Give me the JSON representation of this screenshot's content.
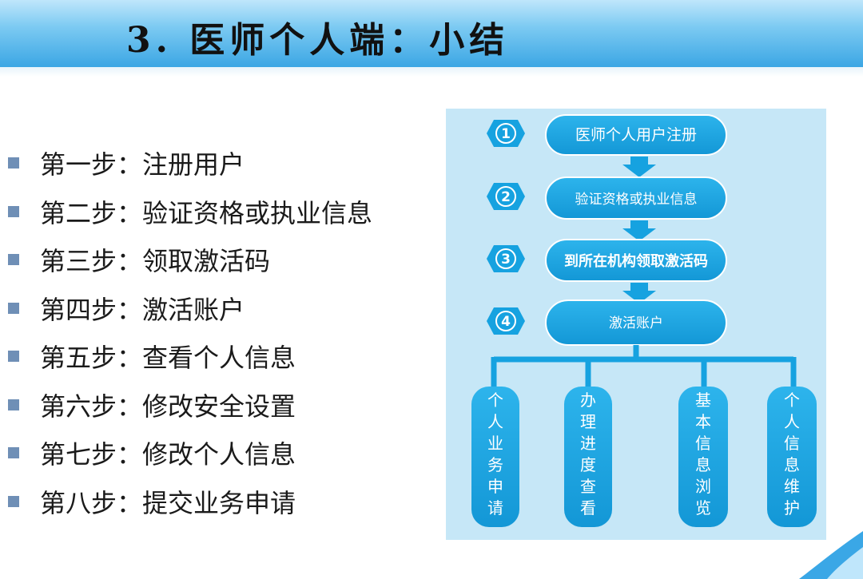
{
  "header": {
    "title": "3. 医师个人端：小结"
  },
  "steps": [
    {
      "label": "第一步：注册用户"
    },
    {
      "label": "第二步：验证资格或执业信息"
    },
    {
      "label": "第三步：领取激活码"
    },
    {
      "label": "第四步：激活账户"
    },
    {
      "label": "第五步：查看个人信息"
    },
    {
      "label": "第六步：修改安全设置"
    },
    {
      "label": "第七步：修改个人信息"
    },
    {
      "label": "第八步：提交业务申请"
    }
  ],
  "flowchart": {
    "steps": [
      {
        "number": "1",
        "label": "医师个人用户注册"
      },
      {
        "number": "2",
        "label": "验证资格或执业信息"
      },
      {
        "number": "3",
        "label": "到所在机构领取激活码"
      },
      {
        "number": "4",
        "label": "激活账户"
      }
    ],
    "branches": [
      {
        "chars": [
          "个",
          "人",
          "业",
          "务",
          "申",
          "请"
        ]
      },
      {
        "chars": [
          "办",
          "理",
          "进",
          "度",
          "查",
          "看"
        ]
      },
      {
        "chars": [
          "基",
          "本",
          "信",
          "息",
          "浏",
          "览"
        ]
      },
      {
        "chars": [
          "个",
          "人",
          "信",
          "息",
          "维",
          "护"
        ]
      }
    ]
  },
  "colors": {
    "header_top": "#bfe6fb",
    "header_bottom": "#3ba6e4",
    "diagram_bg": "#c6e7f7",
    "node_fill": "#16a2e0",
    "node_text": "#ffffff",
    "bullet": "#6f8fb6"
  }
}
